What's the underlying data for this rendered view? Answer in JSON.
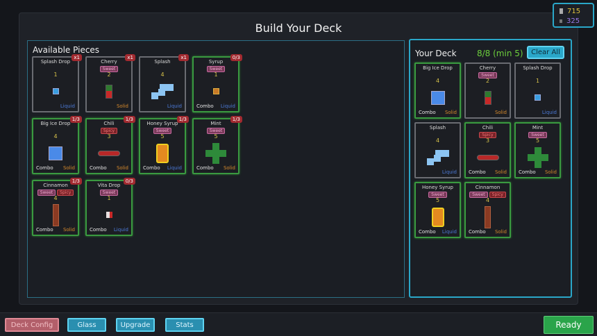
{
  "resources": {
    "gold": "715",
    "gems": "325"
  },
  "title": "Build Your Deck",
  "available": {
    "heading": "Available Pieces",
    "pieces": [
      {
        "name": "Splash Drop",
        "tags": [],
        "value": "1",
        "combo": "",
        "kind": "Liquid",
        "badge": "x1",
        "art": "drop",
        "green": false
      },
      {
        "name": "Cherry",
        "tags": [
          "Sweet"
        ],
        "value": "2",
        "combo": "",
        "kind": "Solid",
        "badge": "x1",
        "art": "cherry",
        "green": false
      },
      {
        "name": "Splash",
        "tags": [],
        "value": "4",
        "combo": "",
        "kind": "Liquid",
        "badge": "x1",
        "art": "splash",
        "green": false
      },
      {
        "name": "Syrup",
        "tags": [
          "Sweet"
        ],
        "value": "1",
        "combo": "Combo",
        "kind": "Liquid",
        "badge": "0/3",
        "art": "syrup",
        "green": true
      },
      {
        "name": "Big Ice Drop",
        "tags": [],
        "value": "4",
        "combo": "Combo",
        "kind": "Solid",
        "badge": "1/3",
        "art": "ice",
        "green": true
      },
      {
        "name": "Chili",
        "tags": [
          "Spicy"
        ],
        "value": "3",
        "combo": "Combo",
        "kind": "Solid",
        "badge": "1/3",
        "art": "chili",
        "green": true
      },
      {
        "name": "Honey Syrup",
        "tags": [
          "Sweet"
        ],
        "value": "5",
        "combo": "Combo",
        "kind": "Liquid",
        "badge": "1/3",
        "art": "honey",
        "green": true
      },
      {
        "name": "Mint",
        "tags": [
          "Sweet"
        ],
        "value": "5",
        "combo": "Combo",
        "kind": "Solid",
        "badge": "1/3",
        "art": "mint",
        "green": true
      },
      {
        "name": "Cinnamon",
        "tags": [
          "Sweet",
          "Spicy"
        ],
        "value": "4",
        "combo": "Combo",
        "kind": "Solid",
        "badge": "1/3",
        "art": "cinnamon",
        "green": true
      },
      {
        "name": "Vita Drop",
        "tags": [
          "Sweet"
        ],
        "value": "1",
        "combo": "Combo",
        "kind": "Liquid",
        "badge": "0/3",
        "art": "vita",
        "green": true
      }
    ]
  },
  "deck": {
    "heading": "Your Deck",
    "count": "8/8 (min 5)",
    "clear_label": "Clear All",
    "pieces": [
      {
        "name": "Big Ice Drop",
        "tags": [],
        "value": "4",
        "combo": "Combo",
        "kind": "Solid",
        "art": "ice",
        "green": true
      },
      {
        "name": "Cherry",
        "tags": [
          "Sweet"
        ],
        "value": "2",
        "combo": "",
        "kind": "Solid",
        "art": "cherry",
        "green": false
      },
      {
        "name": "Splash Drop",
        "tags": [],
        "value": "1",
        "combo": "",
        "kind": "Liquid",
        "art": "drop",
        "green": false
      },
      {
        "name": "Splash",
        "tags": [],
        "value": "4",
        "combo": "",
        "kind": "Liquid",
        "art": "splash",
        "green": false
      },
      {
        "name": "Chili",
        "tags": [
          "Spicy"
        ],
        "value": "3",
        "combo": "Combo",
        "kind": "Solid",
        "art": "chili",
        "green": true
      },
      {
        "name": "Mint",
        "tags": [
          "Sweet"
        ],
        "value": "5",
        "combo": "Combo",
        "kind": "Solid",
        "art": "mint",
        "green": true
      },
      {
        "name": "Honey Syrup",
        "tags": [
          "Sweet"
        ],
        "value": "5",
        "combo": "Combo",
        "kind": "Liquid",
        "art": "honey",
        "green": true
      },
      {
        "name": "Cinnamon",
        "tags": [
          "Sweet",
          "Spicy"
        ],
        "value": "4",
        "combo": "Combo",
        "kind": "Solid",
        "art": "cinnamon",
        "green": true
      }
    ]
  },
  "bottom": {
    "deck_config": "Deck Config",
    "glass": "Glass",
    "upgrade": "Upgrade",
    "stats": "Stats",
    "ready": "Ready"
  }
}
